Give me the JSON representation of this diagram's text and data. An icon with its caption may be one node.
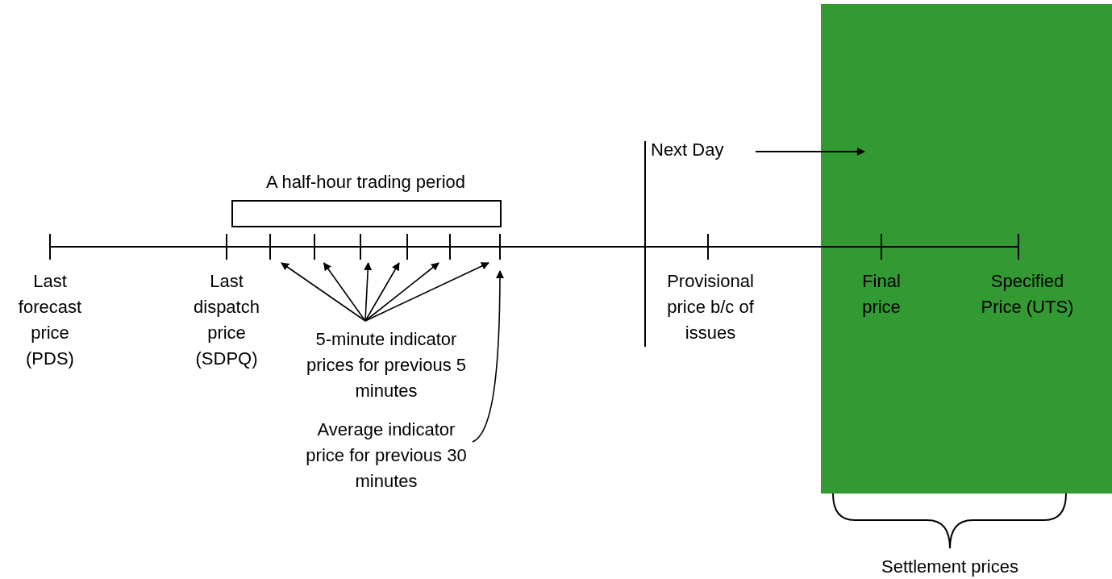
{
  "diagram": {
    "nodes": [
      {
        "text": [
          "A half-hour trading period"
        ]
      },
      {
        "text": [],
        "shape": "bar"
      },
      {
        "text": [],
        "shape": "bar"
      },
      {
        "text": [],
        "shape": "bar"
      },
      {
        "text": [],
        "shape": "bar"
      },
      {
        "text": [],
        "shape": "bar"
      },
      {
        "text": [],
        "shape": "bar"
      },
      {
        "text": [
          "5-minute indicator prices for previous 5 minutes"
        ]
      },
      {
        "text": [
          "Average indicator price for previous 30 minutes"
        ]
      }
    ],
    "edges": [
      {
        "from": 7,
        "to": 1,
        "arrow": "to"
      },
      {
        "from": 7,
        "to": 2,
        "arrow": "to"
      },
      {
        "from": 7,
        "to": 3,
        "arrow": "to"
      },
      {
        "from": 7,
        "to": 4,
        "arrow": "to"
      },
      {
        "from": 7,
        "to": 5,
        "arrow": "to"
      },
      {
        "from": 7,
        "to": 6,
        "arrow": "to"
      },
      {
        "from": 8,
        "to": 6,
        "arrow": "to"
      }
    ],
    "labels": [
      "Next Day",
      "Last forecast price (PDS)",
      "Last dispatch price (SDPQ)",
      "Provisional price b/c of issues",
      "Final price",
      "Specified Price (UTS)",
      "Settlement prices"
    ]
  }
}
